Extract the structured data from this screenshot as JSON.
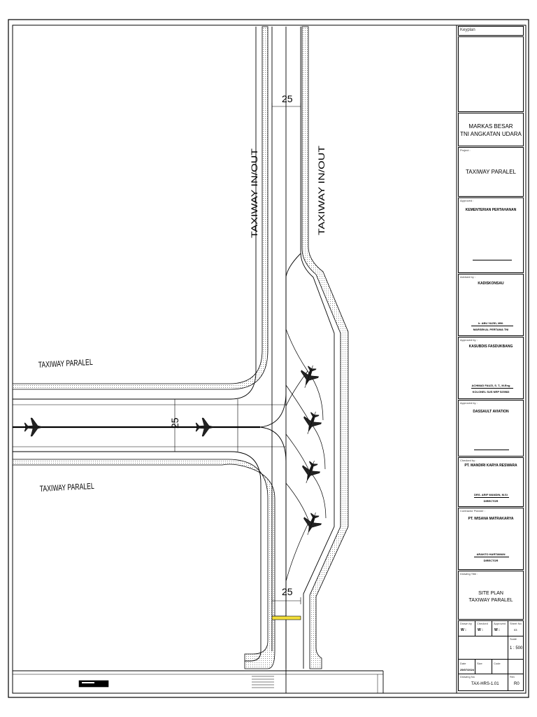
{
  "drawing": {
    "labels": {
      "taxiway_paralel_top": "TAXIWAY PARALEL",
      "taxiway_paralel_bottom": "TAXIWAY PARALEL",
      "taxiway_inout_left": "TAXIWAY IN/OUT",
      "taxiway_inout_right": "TAXIWAY IN/OUT",
      "dim_top": "25",
      "dim_mid": "25",
      "dim_bottom": "25"
    }
  },
  "title_block": {
    "keyplan_label": "Keyplan",
    "owner_line1": "MARKAS BESAR",
    "owner_line2": "TNI ANGKATAN UDARA",
    "project_label": "Project :",
    "project_name": "TAXIWAY PARALEL",
    "approved_label": "Approved :",
    "approved_name": "KEMENTERIAN PERTAHANAN",
    "advised_label": "Advised by :",
    "advised_org": "KADISKONSAU",
    "advised_person": "Ir. ABU YAZID, MM.",
    "advised_rank": "MARSEKAL PERTAMA TNI",
    "approved2_label": "Approved by :",
    "approved2_org": "KASUBDIS FASDUKBANG",
    "approved2_person": "ACHMAD FAUZI, S. T., M.Eng",
    "approved2_rank": "KOLONEL SUS NRP 525983",
    "approved3_label": "Approved by :",
    "approved3_org": "DASSAULT AVIATION",
    "checked_label": "Checked by :",
    "checked_org": "PT. MANDIRI KARYA RESWARA",
    "checked_person": "DRS. ARIF WANDIN, M.Si",
    "checked_role": "DIRECTOR",
    "contractor_label": "Contractor Planner :",
    "contractor_org": "PT. WISANA MATRAKARYA",
    "contractor_person": "ARANTO HARTAWAN",
    "contractor_role": "DIRECTOR",
    "drawing_title_label": "Drawing Title :",
    "drawing_title_line1": "SITE PLAN",
    "drawing_title_line2": "TAXIWAY PARALEL",
    "drawn_label": "Drawn by",
    "drawn_value": "W :",
    "checked2_label": "Checked",
    "checked2_value": "W :",
    "approved4_label": "Approved",
    "approved4_value": "W :",
    "sheet_label": "Sheet No",
    "sheet_value": "03",
    "scale_label": "Scale",
    "scale_value": "1 : 500",
    "date_label": "Date",
    "date_value": "25/07/2024",
    "size_label": "Size",
    "size_value": "",
    "code_label": "Code",
    "code_value": "",
    "drawing_no_label": "Drawing No",
    "drawing_no_value": "TAX-HRS-1.01",
    "rev_label": "Rev",
    "rev_value": "R0"
  }
}
